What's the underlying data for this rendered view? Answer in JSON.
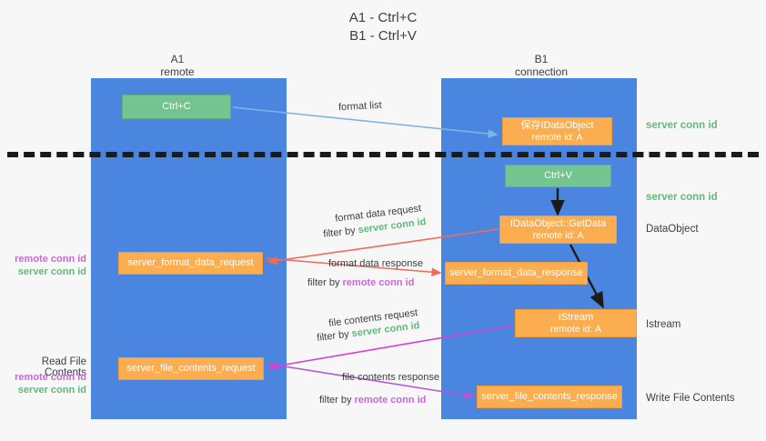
{
  "title": {
    "line1": "A1 - Ctrl+C",
    "line2": "B1 - Ctrl+V"
  },
  "lanes": [
    {
      "id": "a1",
      "name": "A1",
      "role": "remote"
    },
    {
      "id": "b1",
      "name": "B1",
      "role": "connection"
    }
  ],
  "boxes": {
    "ctrl_c": {
      "label": "Ctrl+C",
      "color": "#74c490"
    },
    "save_idataobject": {
      "line1": "保存IDataObject",
      "line2": "remote id: A",
      "color": "#fcad4f"
    },
    "ctrl_v": {
      "label": "Ctrl+V",
      "color": "#74c490"
    },
    "getdata": {
      "line1": "IDataObject::GetData",
      "line2": "remote id: A",
      "color": "#fcad4f"
    },
    "format_data_request": {
      "label": "server_format_data_request",
      "color": "#fcad4f"
    },
    "format_data_response": {
      "label": "server_format_data_response",
      "color": "#fcad4f"
    },
    "istream": {
      "line1": "IStream",
      "line2": "remote id: A",
      "color": "#fcad4f"
    },
    "file_contents_request": {
      "label": "server_file_contents_request",
      "color": "#fcad4f"
    },
    "file_contents_response": {
      "label": "server_file_contents_response",
      "color": "#fcad4f"
    }
  },
  "edge_labels": {
    "format_list": "format list",
    "format_data_request": "format data request",
    "format_data_request_filter_prefix": "filter by ",
    "format_data_request_filter_key": "server conn id",
    "format_data_response": "format data response",
    "format_data_response_filter_prefix": "filter by ",
    "format_data_response_filter_key": "remote conn id",
    "file_contents_request": "file contents request",
    "file_contents_request_filter_prefix": "filter by ",
    "file_contents_request_filter_key": "server conn id",
    "file_contents_response": "file contents response",
    "file_contents_response_filter_prefix": "filter by ",
    "file_contents_response_filter_key": "remote conn id"
  },
  "right_notes": {
    "server_conn_id_top": "server conn id",
    "server_conn_id_mid": "server conn id",
    "dataobject": "DataObject",
    "istream": "Istream",
    "write_file_contents": "Write File Contents"
  },
  "left_notes": {
    "read_file_contents": "Read File Contents",
    "remote_conn_id": "remote conn id",
    "server_conn_id": "server conn id"
  },
  "colors": {
    "lane": "#4a86df",
    "green_box": "#74c490",
    "orange_box": "#fcad4f",
    "remote_conn_id": "#c969d6",
    "server_conn_id": "#62b97c",
    "arrow_blue": "#7fb3e8",
    "arrow_red": "#ef6b5a",
    "arrow_magenta": "#d63fd6",
    "arrow_purple": "#b05ad0",
    "arrow_black": "#1a1a1a",
    "background": "#f7f7f7"
  }
}
